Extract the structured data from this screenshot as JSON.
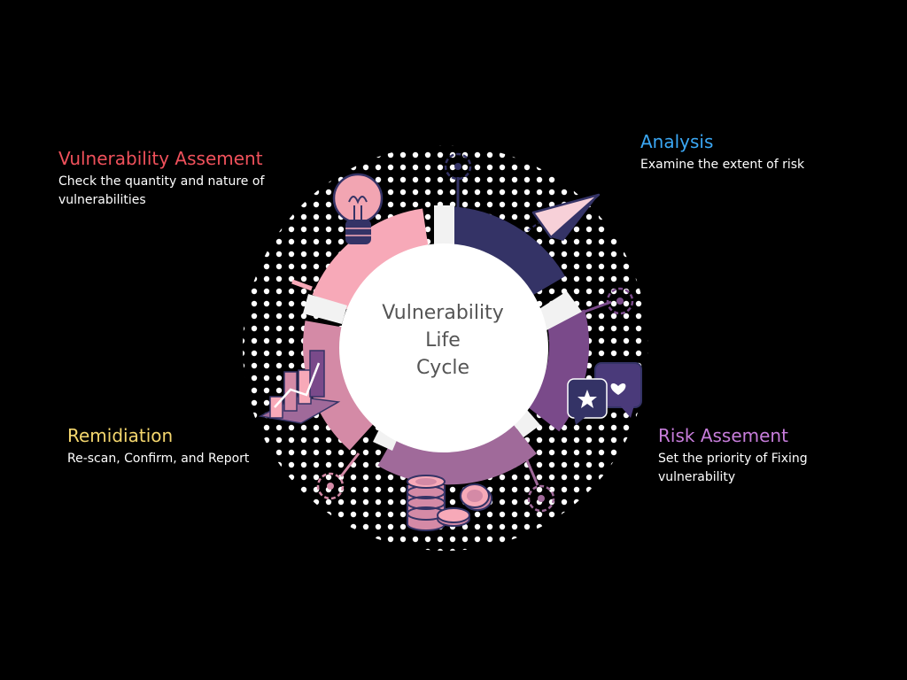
{
  "center": {
    "line1": "Vulnerability",
    "line2": "Life",
    "line3": "Cycle"
  },
  "stages": {
    "vulnerability_assessment": {
      "title": "Vulnerability Assement",
      "description": "Check the quantity and nature of vulnerabilities",
      "color": "#f0515b"
    },
    "analysis": {
      "title": "Analysis",
      "description": "Examine the extent of risk",
      "color": "#3ba8f5"
    },
    "risk_assessment": {
      "title": "Risk Assement",
      "description": "Set the priority of Fixing vulnerability",
      "color": "#c77ddb"
    },
    "remediation": {
      "title": "Remidiation",
      "description": "Re-scan, Confirm, and Report",
      "color": "#f5d76e"
    }
  },
  "ring_colors": {
    "analysis": "#343366",
    "risk": "#7a4a8a",
    "lower": "#a06a9a",
    "remediation": "#d48aa6",
    "assessment": "#f7a9b8",
    "separator": "#f2f2f2"
  },
  "icons": [
    "lightbulb-icon",
    "paper-plane-icon",
    "chat-bubbles-icon",
    "coins-icon",
    "bar-chart-icon"
  ]
}
